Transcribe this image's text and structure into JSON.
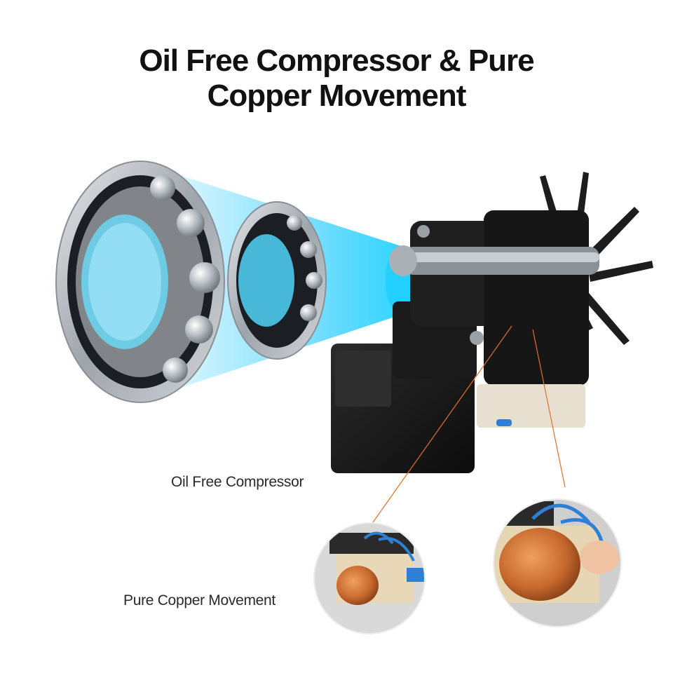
{
  "headline": {
    "line1": "Oil Free Compressor & Pure",
    "line2": "Copper Movement"
  },
  "callouts": {
    "compressor": "Oil Free Compressor",
    "copper": "Pure Copper Movement"
  },
  "colors": {
    "beam": "#1ec8ff",
    "motor_body": "#151515",
    "copper_coil": "#c8692e",
    "leader_line": "#e0702a",
    "bearing_silver": "#b7bcc2"
  }
}
